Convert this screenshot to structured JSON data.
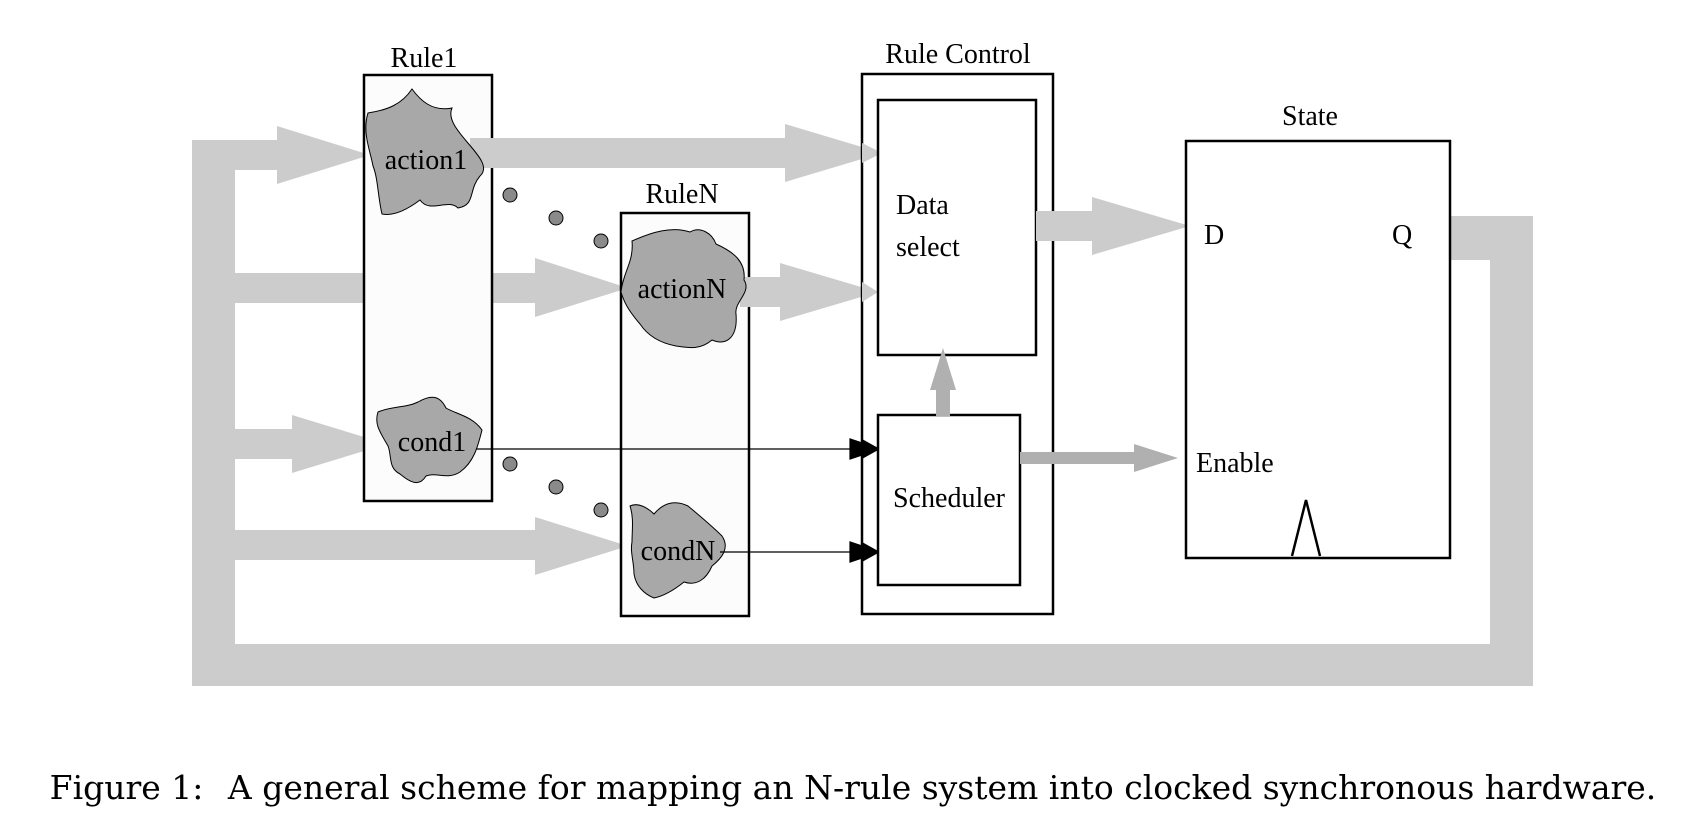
{
  "diagram": {
    "rule1": {
      "title": "Rule1",
      "action": "action1",
      "cond": "cond1"
    },
    "ruleN": {
      "title": "RuleN",
      "action": "actionN",
      "cond": "condN"
    },
    "rule_control": {
      "title": "Rule Control",
      "data_select_line1": "Data",
      "data_select_line2": "select",
      "scheduler": "Scheduler"
    },
    "state": {
      "title": "State",
      "d_port": "D",
      "q_port": "Q",
      "enable_port": "Enable"
    }
  },
  "caption": {
    "number": "Figure 1:",
    "text": "A general scheme for mapping an N-rule system into clocked synchronous hardware."
  }
}
